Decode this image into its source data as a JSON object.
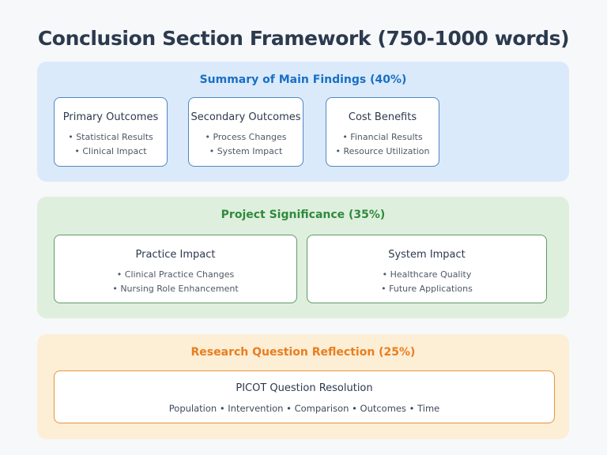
{
  "title": "Conclusion Section Framework (750-1000 words)",
  "colors": {
    "page_bg": "#f7f8fa",
    "title_text": "#2c3a4e",
    "blue_section_bg": "#daeafa",
    "blue_header_text": "#1a6fc4",
    "blue_card_border": "#4f87c5",
    "green_section_bg": "#dfefdd",
    "green_header_text": "#2f8a3e",
    "green_card_border": "#609a68",
    "orange_section_bg": "#fdeed6",
    "orange_header_text": "#e87e1e",
    "orange_card_border": "#e8953c",
    "card_bg": "#ffffff",
    "card_title_text": "#2c3a4e",
    "bullet_text": "#4d5866"
  },
  "sections": [
    {
      "header": "Summary of Main Findings (40%)",
      "cards": [
        {
          "title": "Primary Outcomes",
          "bullets": [
            "• Statistical Results",
            "• Clinical Impact"
          ]
        },
        {
          "title": "Secondary Outcomes",
          "bullets": [
            "• Process Changes",
            "• System Impact"
          ]
        },
        {
          "title": "Cost Benefits",
          "bullets": [
            "• Financial Results",
            "• Resource Utilization"
          ]
        }
      ]
    },
    {
      "header": "Project Significance (35%)",
      "cards": [
        {
          "title": "Practice Impact",
          "bullets": [
            "• Clinical Practice Changes",
            "• Nursing Role Enhancement"
          ]
        },
        {
          "title": "System Impact",
          "bullets": [
            "• Healthcare Quality",
            "• Future Applications"
          ]
        }
      ]
    },
    {
      "header": "Research Question Reflection (25%)",
      "cards": [
        {
          "title": "PICOT Question Resolution",
          "subtitle": "Population • Intervention • Comparison • Outcomes • Time"
        }
      ]
    }
  ]
}
